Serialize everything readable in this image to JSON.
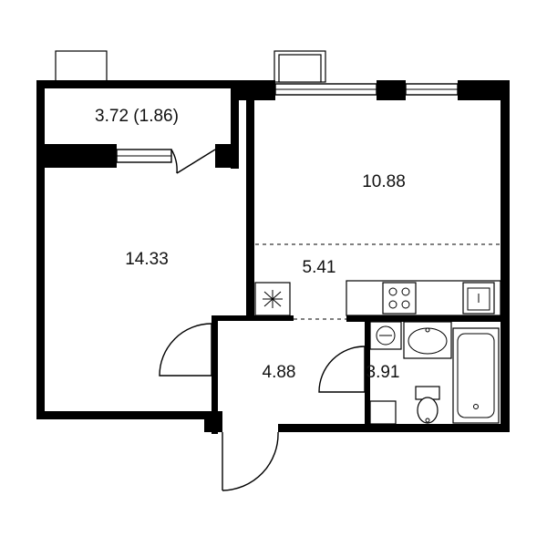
{
  "rooms": {
    "balcony": "3.72 (1.86)",
    "bedroom": "14.33",
    "living": "10.88",
    "kitchen": "5.41",
    "hall": "4.88",
    "bathroom": "3.91"
  },
  "colors": {
    "wall": "#000000",
    "background": "#ffffff",
    "text": "#111111"
  }
}
